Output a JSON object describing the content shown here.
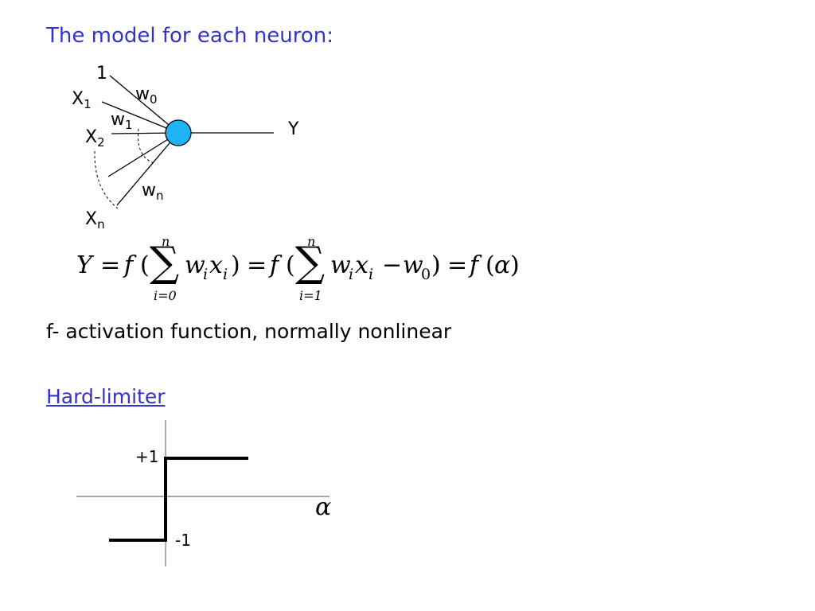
{
  "title": "The model for each neuron:",
  "neuron": {
    "inputs": {
      "one": "1",
      "x1": "X",
      "x1_sub": "1",
      "x2": "X",
      "x2_sub": "2",
      "xn": "X",
      "xn_sub": "n"
    },
    "weights": {
      "w0": "w",
      "w0_sub": "0",
      "w1": "w",
      "w1_sub": "1",
      "wn": "w",
      "wn_sub": "n"
    },
    "output": "Y",
    "node_color": "#1eb4f5"
  },
  "formula": {
    "Y": "Y",
    "eq": "=",
    "f": "f",
    "lparen": "(",
    "rparen": ")",
    "sum_symbol": "∑",
    "sum1_upper": "n",
    "sum1_lower": "i=0",
    "sum2_upper": "n",
    "sum2_lower": "i=1",
    "wixi": "w",
    "i": "i",
    "x": "x",
    "minus": "−",
    "w0": "w",
    "zero": "0",
    "alpha": "α"
  },
  "note": "f- activation function, normally nonlinear",
  "hard_limiter": {
    "link_text": "Hard-limiter",
    "plus_one": "+1",
    "minus_one": "-1",
    "axis_label": "α"
  }
}
